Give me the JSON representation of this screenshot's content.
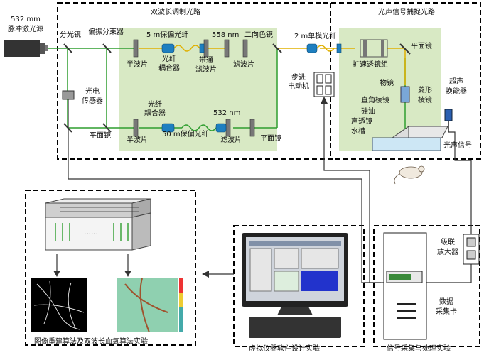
{
  "laser": {
    "line1": "532 mm",
    "line2": "脉冲激光源"
  },
  "sections": {
    "dual_wavelength": "双波长调制光路",
    "photoacoustic": "光声信号捕捉光路",
    "image_recon": "图像重建算法及双波长血氧算法实验",
    "virtual_instrument": "虚拟仪器软件设计实验",
    "signal_acq": "信号采集与处理实验"
  },
  "labels": {
    "beam_splitter": "分光镜",
    "pbs": "偏振分束器",
    "half_wave_1": "半波片",
    "pm_fiber_5m": "5 m保偏光纤",
    "coupler_1": [
      "光纤",
      "耦合器"
    ],
    "wl_558": "558 nm",
    "dichroic": "二向色镜",
    "bandpass": [
      "带通",
      "滤波片"
    ],
    "filter_1": "滤波片",
    "sm_fiber_2m": "2 m单模光纤",
    "flat_mirror_r": "平面镜",
    "beam_expander": "扩速透镜组",
    "stepper": [
      "步进",
      "电动机"
    ],
    "objective": "物镜",
    "rhombic": [
      "菱形",
      "棱镜"
    ],
    "right_prism": "直角棱镜",
    "transducer": [
      "超声",
      "换能器"
    ],
    "silicone_oil": "硅油",
    "acoustic_lens": "声透镜",
    "water_tank": "水槽",
    "pa_signal": "光声信号",
    "photo_sensor": [
      "光电",
      "传感器"
    ],
    "flat_mirror_l": "平面镜",
    "coupler_2": [
      "光纤",
      "耦合器"
    ],
    "wl_532": "532 nm",
    "half_wave_2": "半波片",
    "pm_fiber_50m": "50 m保偏光纤",
    "filter_2": "滤波片",
    "flat_mirror_bottom": "平面镜",
    "amplifier": [
      "级联",
      "放大器"
    ],
    "daq_card": [
      "数据",
      "采集卡"
    ],
    "ellipsis": "……"
  },
  "colors": {
    "green_panel": "#d8e9c4",
    "beam_green": "#2f9e2f",
    "beam_yellow": "#e0b000",
    "dash_border": "#000000",
    "fiber_blue": "#1e7fc0",
    "water": "#cde7f5",
    "software_blue": "#2233cc"
  }
}
